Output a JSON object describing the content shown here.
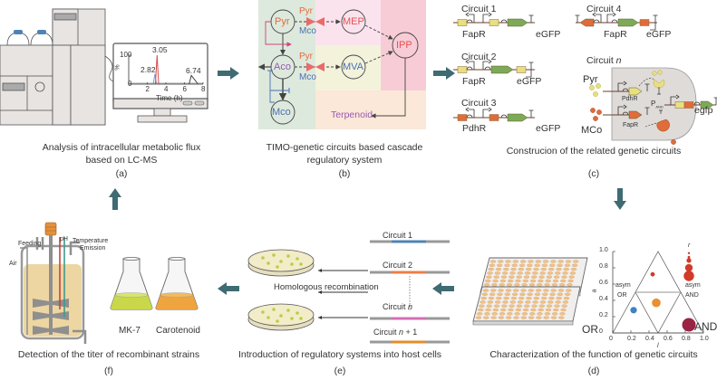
{
  "colors": {
    "arrow": "#3f6b73",
    "instrument": "#e8e4e2",
    "instrument_stroke": "#555555",
    "bottle_cap": "#4f83b6",
    "peak_red": "#d44c4c",
    "peak_blue": "#8a9bc8",
    "green_panel": "#dde9dd",
    "pink_panel": "#fbe3ee",
    "yellow_panel": "#f3f3dc",
    "red_panel": "#f8ccd6",
    "orange_panel": "#fbe8d8",
    "pyr_text": "#e46b3a",
    "mco_text": "#4b70b0",
    "aco_text": "#9a57b3",
    "terpenoid_text": "#9a57b3",
    "inhibitor_pink": "#d0437d",
    "inhibitor_blue": "#4b70b0",
    "gene_yellow": "#e7df82",
    "gene_orange": "#e06c3a",
    "gene_green": "#7ea957",
    "cell_gray": "#dedbd8",
    "circuit_blue": "#4f83b6",
    "circuit_orange": "#ee7d47",
    "circuit_pink": "#d56db5",
    "circuit_dark_orange": "#e48d2a",
    "dish_fill": "#f3ecc8",
    "colony": "#b8cf49",
    "well": "#f2c185",
    "mk7_liquid": "#c9d84b",
    "carotenoid_liquid": "#eea540",
    "fermenter_liquid": "#edd6a2",
    "motor": "#e4913d"
  },
  "panels": {
    "a": {
      "caption_line1": "Analysis of intracellular metabolic flux",
      "caption_line2": "based on LC-MS",
      "letter": "(a)",
      "chromatogram": {
        "y_axis_label": "%",
        "y_top": "100",
        "y_zero": "0",
        "x_ticks": [
          "2",
          "4",
          "6",
          "8"
        ],
        "x_label": "Time (h)",
        "peaks": [
          {
            "time": 2.82,
            "label": "2.82",
            "height": 0.35,
            "color": "blue"
          },
          {
            "time": 3.05,
            "label": "3.05",
            "height": 1.0,
            "color": "red"
          },
          {
            "time": 6.74,
            "label": "6.74",
            "height": 0.3,
            "color": "dark"
          }
        ]
      }
    },
    "b": {
      "caption_line1": "TIMO-genetic circuits based cascade",
      "caption_line2": "regulatory system",
      "letter": "(b)",
      "nodes": {
        "pyr": "Pyr",
        "aco": "Aco",
        "mco": "Mco",
        "mep": "MEP",
        "mva": "MVA",
        "ipp": "IPP",
        "terpenoid": "Terpenoid"
      },
      "regulator_labels": {
        "top_pyr": "Pyr",
        "top_mco": "Mco",
        "mid_pyr": "Pyr",
        "mid_mco": "Mco"
      }
    },
    "c": {
      "caption": "Construcion of the related genetic circuits",
      "letter": "(c)",
      "circuits": [
        {
          "title": "Circuit 1",
          "gene1": "FapR",
          "gene2": "eGFP"
        },
        {
          "title": "Circuit 2",
          "gene1": "FapR",
          "gene2": "eGFP"
        },
        {
          "title": "Circuit 3",
          "gene1": "PdhR",
          "gene2": "eGFP"
        },
        {
          "title": "Circuit 4",
          "gene1": "FapR",
          "gene2": "eGFP"
        }
      ],
      "circuit_n": {
        "title_prefix": "Circuit ",
        "title_n": "n",
        "input1": "Pyr",
        "input2": "MCo",
        "reg1": "PdhR",
        "reg2": "FapR",
        "promoter": "P",
        "promoter_sub": "AND",
        "output": "egfp"
      }
    },
    "d": {
      "caption": "Characterization of the function of genetic circuits",
      "letter": "(d)",
      "label_or": "OR",
      "label_and": "AND"
    },
    "e": {
      "caption": "Introduction of regulatory systems into host cells",
      "letter": "(e)",
      "method": "Homologous recombination",
      "circuits": [
        {
          "prefix": "Circuit ",
          "italic": "",
          "suffix": "1",
          "color": "blue"
        },
        {
          "prefix": "Circuit ",
          "italic": "",
          "suffix": "2",
          "color": "orange"
        },
        {
          "prefix": "Circuit ",
          "italic": "n",
          "suffix": "",
          "color": "pink"
        },
        {
          "prefix": "Circuit ",
          "italic": "n",
          "suffix": " + 1",
          "color": "dark_orange"
        }
      ]
    },
    "f": {
      "caption": "Detection of the titer of recombinant strains",
      "letter": "(f)",
      "fermenter_labels": {
        "feeding": "Feeding",
        "ph": "pH",
        "temperature": "Temperature",
        "emission": "Emission",
        "air": "Air"
      },
      "flask1": "MK-7",
      "flask2": "Carotenoid"
    }
  },
  "chart_data": {
    "type": "scatter",
    "title": "",
    "xlabel": "l",
    "ylabel": "a",
    "xlim": [
      0,
      1.0
    ],
    "ylim": [
      0,
      1.0
    ],
    "x_ticks": [
      "0",
      "0.2",
      "0.4",
      "0.6",
      "0.8",
      "1.0"
    ],
    "y_ticks": [
      "0",
      "0.2",
      "0.4",
      "0.6",
      "0.8",
      "1.0"
    ],
    "size_legend_label": "r",
    "region_labels": [
      "asym OR",
      "asym AND"
    ],
    "points": [
      {
        "x": 0.44,
        "y": 0.72,
        "size": 0.15,
        "color": "#d23a2a"
      },
      {
        "x": 0.48,
        "y": 0.37,
        "size": 0.55,
        "color": "#e8902f"
      },
      {
        "x": 0.23,
        "y": 0.28,
        "size": 0.35,
        "color": "#3e82c0"
      },
      {
        "x": 0.84,
        "y": 0.1,
        "size": 1.0,
        "color": "#9b2346"
      }
    ],
    "size_legend": [
      {
        "y": 0.98,
        "size": 0.08
      },
      {
        "y": 0.93,
        "size": 0.12
      },
      {
        "y": 0.89,
        "size": 0.35
      },
      {
        "y": 0.8,
        "size": 0.65
      },
      {
        "y": 0.7,
        "size": 0.95
      }
    ]
  }
}
